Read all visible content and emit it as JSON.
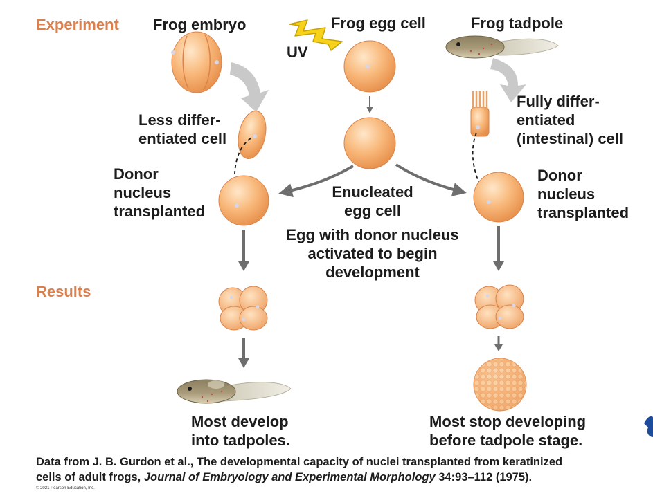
{
  "sections": {
    "experiment": "Experiment",
    "results": "Results"
  },
  "labels": {
    "frog_embryo": "Frog embryo",
    "frog_egg_cell": "Frog egg cell",
    "frog_tadpole": "Frog tadpole",
    "uv": "UV",
    "less_diff_1": "Less differ-",
    "less_diff_2": "entiated cell",
    "fully_diff_1": "Fully differ-",
    "fully_diff_2": "entiated",
    "fully_diff_3": "(intestinal) cell",
    "donor_left_1": "Donor",
    "donor_left_2": "nucleus",
    "donor_left_3": "transplanted",
    "donor_right_1": "Donor",
    "donor_right_2": "nucleus",
    "donor_right_3": "transplanted",
    "enucleated_1": "Enucleated",
    "enucleated_2": "egg cell",
    "activated_1": "Egg with donor nucleus",
    "activated_2": "activated to begin",
    "activated_3": "development",
    "most_develop_1": "Most develop",
    "most_develop_2": "into tadpoles.",
    "most_stop_1": "Most stop developing",
    "most_stop_2": "before tadpole stage."
  },
  "caption": {
    "line1": "Data from J. B. Gurdon et al., The developmental capacity of nuclei transplanted from keratinized",
    "line2_start": "cells of adult frogs, ",
    "journal": "Journal of Embryology and Experimental Morphology",
    "line2_end": " 34:93–112 (1975).",
    "copyright": "© 2021 Pearson Education, Inc."
  },
  "colors": {
    "cell": "#f5a96b",
    "cell_light": "#ffe3c2",
    "section": "#d9804e",
    "arrow": "#6e6e6e",
    "uv": "#f7d21a"
  }
}
